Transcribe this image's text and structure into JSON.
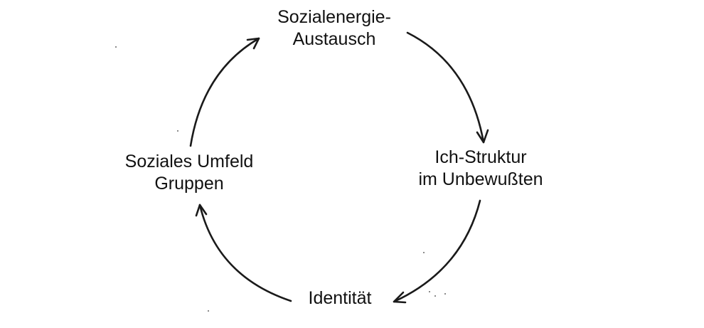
{
  "diagram": {
    "nodes": {
      "top": {
        "line1": "Sozialenergie-",
        "line2": "Austausch"
      },
      "right": {
        "line1": "Ich-Struktur",
        "line2": "im Unbewußten"
      },
      "bottom": {
        "line1": "Identität"
      },
      "left": {
        "line1": "Soziales Umfeld",
        "line2": "Gruppen"
      }
    },
    "edges": [
      {
        "from": "top",
        "to": "right"
      },
      {
        "from": "right",
        "to": "bottom"
      },
      {
        "from": "bottom",
        "to": "left"
      },
      {
        "from": "left",
        "to": "top"
      }
    ],
    "colors": {
      "ink": "#1a1a1a",
      "background": "#ffffff"
    }
  }
}
